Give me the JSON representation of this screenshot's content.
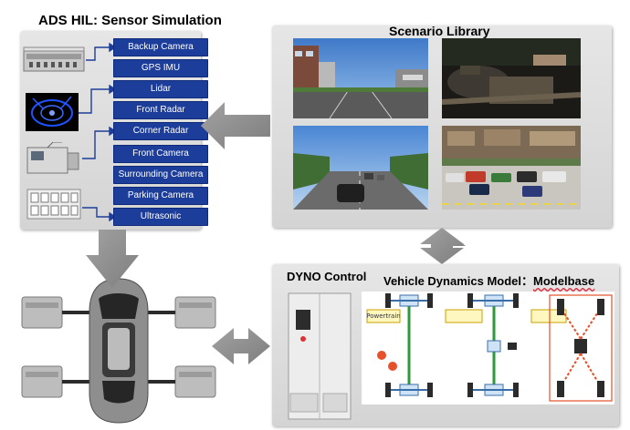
{
  "sensor": {
    "title": "ADS HIL: Sensor Simulation",
    "items": [
      "Backup Camera",
      "GPS IMU",
      "Lidar",
      "Front Radar",
      "Corner Radar",
      "Front Camera",
      "Surrounding Camera",
      "Parking Camera",
      "Ultrasonic"
    ]
  },
  "scenario": {
    "title": "Scenario Library"
  },
  "dyno": {
    "title": "DYNO Control"
  },
  "vehicle": {
    "title_prefix": "Vehicle Dynamics Model：",
    "title_suffix": "Modelbase"
  },
  "colors": {
    "accent": "#1c3d9a",
    "arrow": "#8f8f8f",
    "panel": "#dcdcdc"
  }
}
